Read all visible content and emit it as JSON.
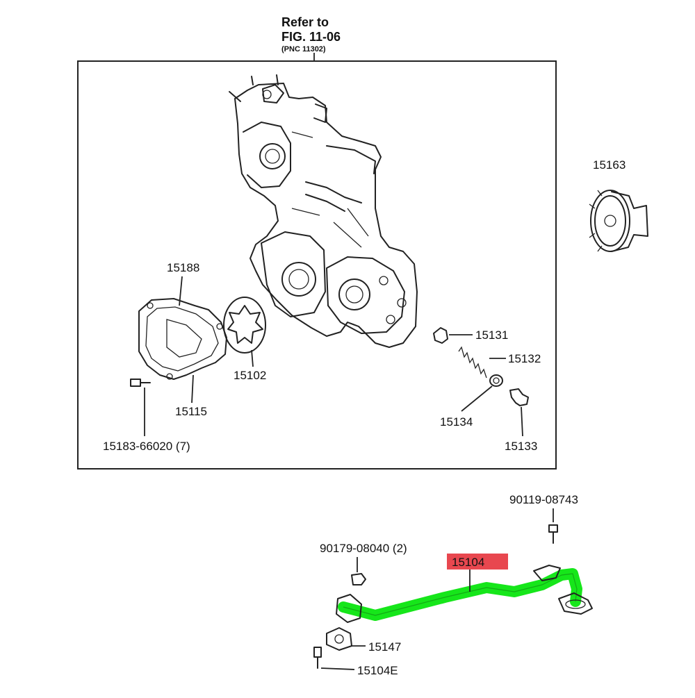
{
  "reference": {
    "line1": "Refer to",
    "line2": "FIG. 11-06",
    "line3": "(PNC 11302)"
  },
  "parts": {
    "p15163": "15163",
    "p15188": "15188",
    "p15102": "15102",
    "p15115": "15115",
    "p15183": "15183-66020 (7)",
    "p15131": "15131",
    "p15132": "15132",
    "p15134": "15134",
    "p15133": "15133",
    "p90119": "90119-08743",
    "p90179": "90179-08040 (2)",
    "p15104": "15104",
    "p15147": "15147",
    "p15104E": "15104E"
  },
  "colors": {
    "highlight_pipe": "#16e61a",
    "highlight_label": "#e8474f",
    "line": "#222222"
  }
}
